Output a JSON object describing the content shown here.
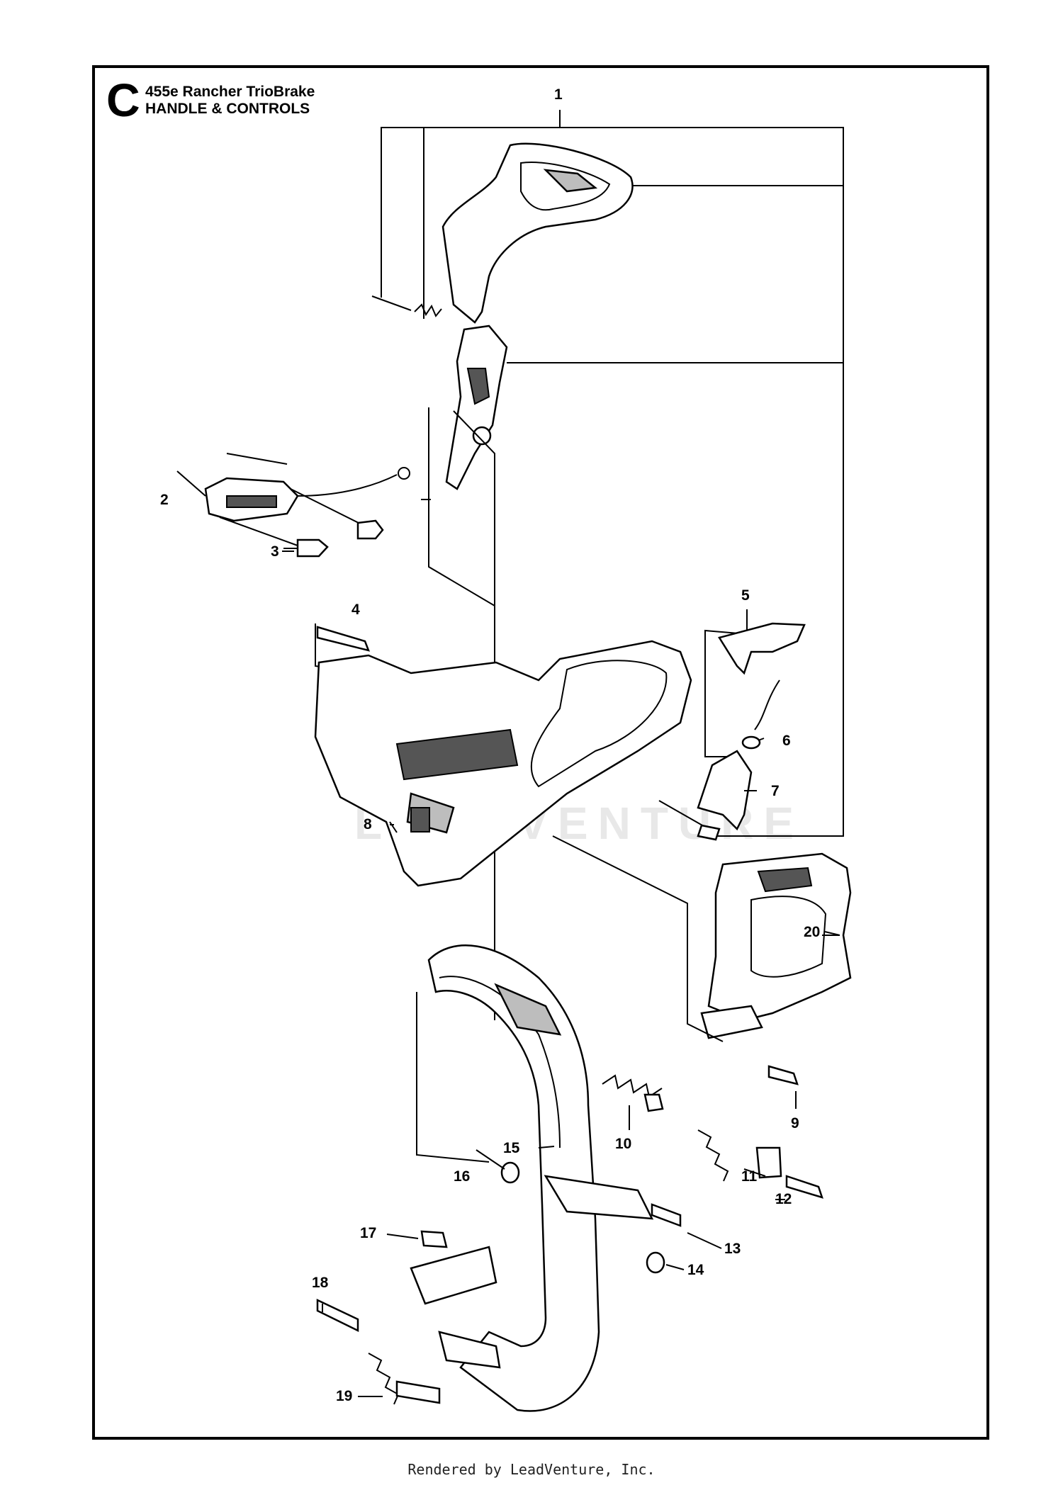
{
  "header": {
    "section_letter": "C",
    "model": "455e Rancher TrioBrake",
    "subtitle": "HANDLE & CONTROLS"
  },
  "watermark": "LEADVENTURE",
  "callouts": {
    "c1": "1",
    "c2": "2",
    "c3": "3",
    "c4": "4",
    "c5": "5",
    "c6": "6",
    "c7": "7",
    "c8": "8",
    "c9": "9",
    "c10": "10",
    "c11": "11",
    "c12": "12",
    "c13": "13",
    "c14": "14",
    "c15": "15",
    "c16": "16",
    "c17": "17",
    "c18": "18",
    "c19": "19",
    "c20": "20"
  },
  "footer": "Rendered by LeadVenture, Inc."
}
